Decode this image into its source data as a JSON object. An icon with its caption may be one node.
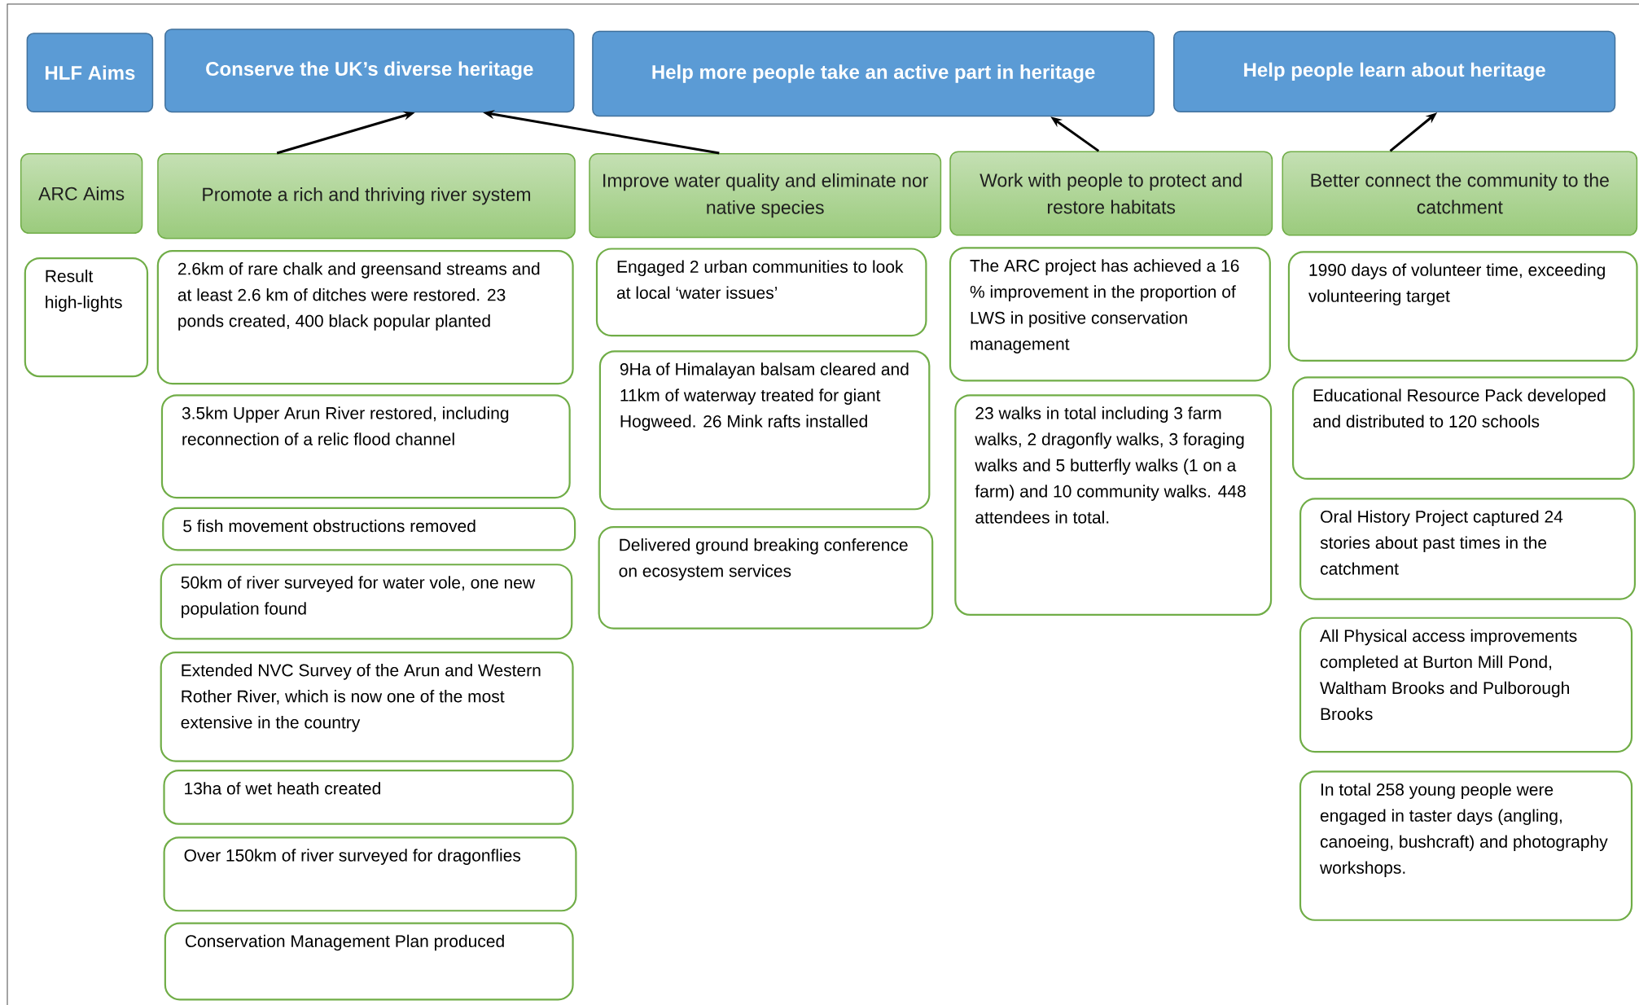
{
  "diagram": {
    "nodes": [
      {
        "text": [
          "HLF Aims"
        ]
      },
      {
        "text": [
          "Conserve the UK’s diverse heritage"
        ]
      },
      {
        "text": [
          "Help more people take an active part in heritage"
        ]
      },
      {
        "text": [
          "Help people learn about heritage"
        ]
      },
      {
        "text": [
          "ARC Aims"
        ]
      },
      {
        "text": [
          "Promote a rich and thriving river system"
        ]
      },
      {
        "text": [
          "Improve water quality and eliminate nor native species"
        ]
      },
      {
        "text": [
          "Work with people to protect and restore habitats"
        ]
      },
      {
        "text": [
          "Better connect the community to the catchment"
        ]
      },
      {
        "text": [
          "Result high-lights"
        ]
      },
      {
        "text": [
          "2.6km of rare chalk and greensand streams and at least 2.6 km of ditches were restored. 23 ponds created, 400 black popular planted"
        ]
      },
      {
        "text": [
          "3.5km Upper Arun River restored, including reconnection of a relic flood channel"
        ]
      },
      {
        "text": [
          "5 fish movement obstructions removed"
        ]
      },
      {
        "text": [
          "50km of river surveyed for water vole, one new population found"
        ]
      },
      {
        "text": [
          "Extended NVC Survey of the Arun and Western Rother River, which is now one of the most extensive in the country"
        ]
      },
      {
        "text": [
          "13ha of wet heath created"
        ]
      },
      {
        "text": [
          "Over 150km of river surveyed for dragonflies"
        ]
      },
      {
        "text": [
          "Conservation Management Plan produced"
        ]
      },
      {
        "text": [
          "Engaged 2 urban communities to look at local ‘water issues’"
        ]
      },
      {
        "text": [
          "9Ha of Himalayan balsam cleared and 11km of waterway treated for giant Hogweed. 26 Mink rafts installed"
        ]
      },
      {
        "text": [
          "Delivered ground breaking conference on ecosystem services"
        ]
      },
      {
        "text": [
          "The ARC project has achieved a 16 % improvement in the proportion of LWS in positive conservation management"
        ]
      },
      {
        "text": [
          "23 walks in total including 3 farm walks, 2 dragonfly walks, 3 foraging walks and 5 butterfly walks (1 on a farm) and 10 community walks. 448 attendees in total."
        ]
      },
      {
        "text": [
          "1990 days of volunteer time, exceeding volunteering target"
        ]
      },
      {
        "text": [
          "Educational Resource Pack developed and distributed to 120 schools"
        ]
      },
      {
        "text": [
          "Oral History Project captured 24 stories about past times in the catchment"
        ]
      },
      {
        "text": [
          "All Physical access improvements completed at Burton Mill Pond, Waltham Brooks and Pulborough Brooks"
        ]
      },
      {
        "text": [
          "In total 258 young people were engaged in taster days (angling, canoeing, bushcraft) and photography workshops."
        ]
      }
    ],
    "edges": [
      {
        "from": 5,
        "to": 1,
        "arrow": "to"
      },
      {
        "from": 6,
        "to": 1,
        "arrow": "to"
      },
      {
        "from": 7,
        "to": 2,
        "arrow": "to"
      },
      {
        "from": 8,
        "to": 3,
        "arrow": "to"
      }
    ]
  }
}
